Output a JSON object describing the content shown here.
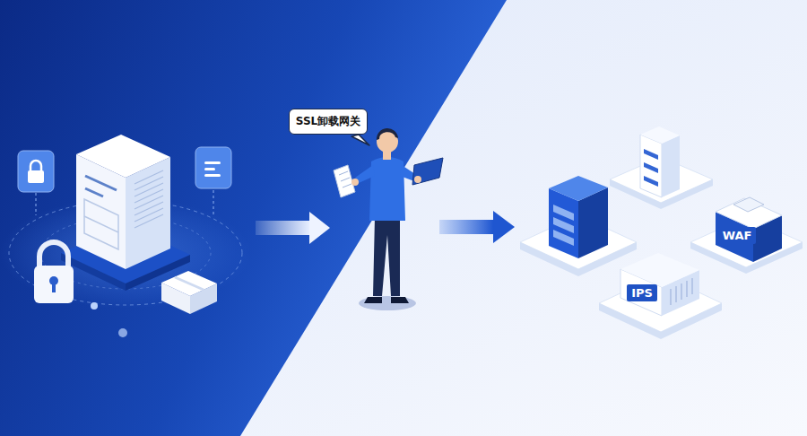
{
  "diagram": {
    "nodes": [
      {
        "text": [
          "SSL卸载网关"
        ]
      },
      {
        "text": [
          "WAF"
        ]
      },
      {
        "text": [
          "IPS"
        ]
      }
    ]
  }
}
